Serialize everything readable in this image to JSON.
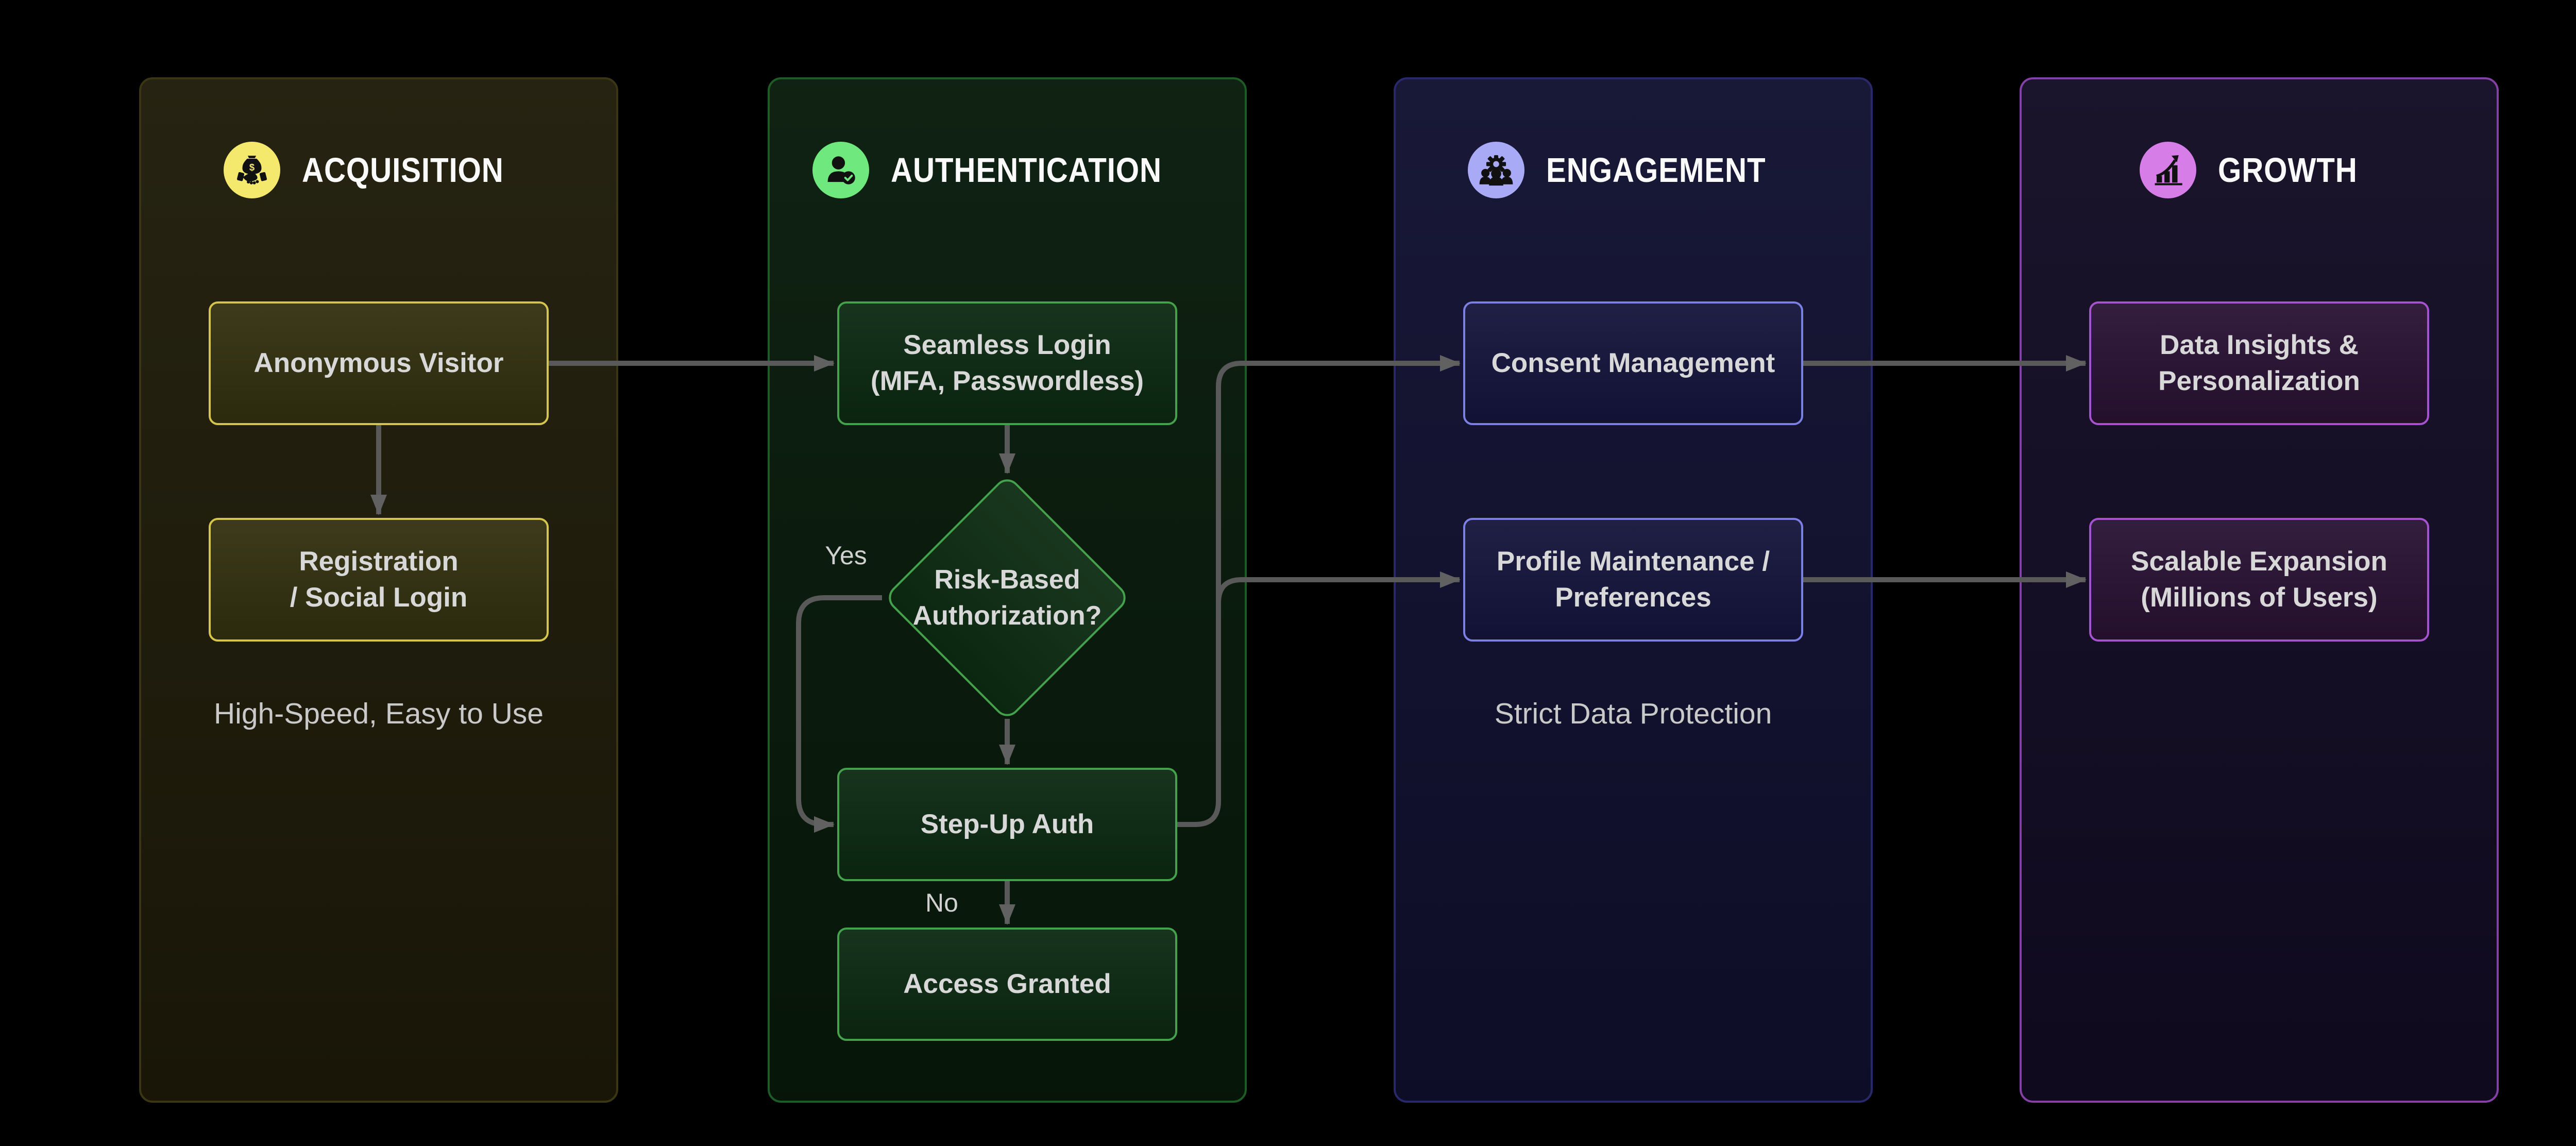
{
  "palette": {
    "arrow": "#595959",
    "head": "#616161",
    "text": "#d8d8d8",
    "caption": "#c9c9c9",
    "title": "#fafafa",
    "label": "#d0d0d0",
    "col1-bg": "#1e1b09",
    "col1-border": "#3a3512",
    "col1-box-border": "#d5c54d",
    "col1-box-bg": "#32300f",
    "col1-icon-bg": "#f4e96d",
    "col2-bg": "#071a0a",
    "col2-border": "#1d5c26",
    "col2-box-border": "#44a24d",
    "col2-box-bg": "#0b2911",
    "col2-icon-bg": "#6fe97d",
    "col3-bg": "#101030",
    "col3-border": "#28286a",
    "col3-box-border": "#7c80e2",
    "col3-box-bg": "#14143c",
    "col3-icon-bg": "#a8aaf6",
    "col4-bg": "#120c24",
    "col4-border": "#8440a4",
    "col4-box-border": "#a753cf",
    "col4-box-bg": "#281233",
    "col4-icon-bg": "#d67de8"
  },
  "columns": [
    {
      "title": "ACQUISITION",
      "icon": "money-handshake-icon",
      "caption": "High-Speed, Easy to Use",
      "nodes": {
        "anonymous": "Anonymous Visitor",
        "registration": "Registration\n/ Social Login"
      }
    },
    {
      "title": "AUTHENTICATION",
      "icon": "person-check-icon",
      "nodes": {
        "seamless": "Seamless Login\n(MFA, Passwordless)",
        "risk": "Risk-Based\nAuthorization?",
        "stepup": "Step-Up Auth",
        "access": "Access Granted"
      },
      "edge_labels": {
        "yes": "Yes",
        "no": "No"
      }
    },
    {
      "title": "ENGAGEMENT",
      "icon": "people-gear-icon",
      "caption": "Strict Data Protection",
      "nodes": {
        "consent": "Consent Management",
        "profile": "Profile Maintenance /\nPreferences"
      }
    },
    {
      "title": "GROWTH",
      "icon": "chart-growth-icon",
      "nodes": {
        "insights": "Data Insights &\nPersonalization",
        "scalable": "Scalable Expansion\n(Millions of Users)"
      }
    }
  ]
}
